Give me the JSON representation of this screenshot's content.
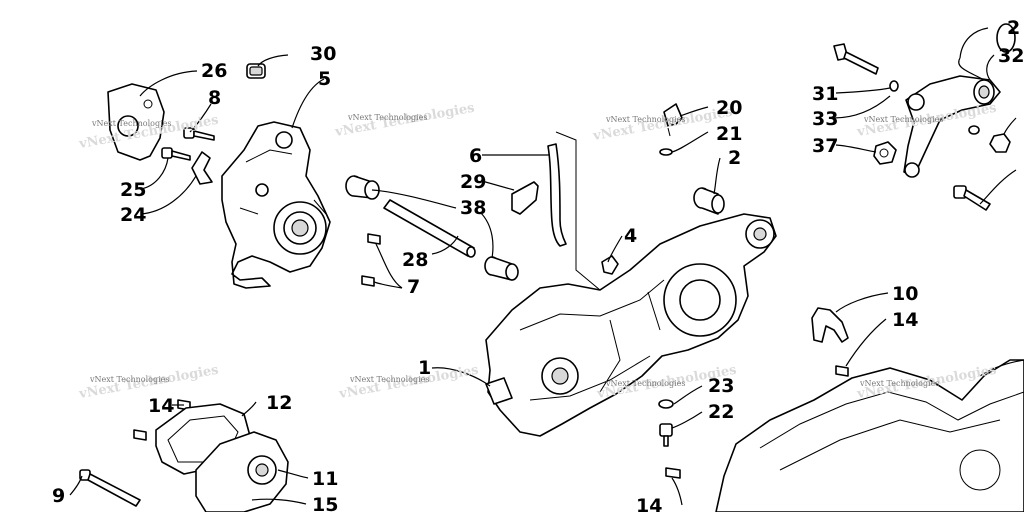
{
  "watermark": "vNext Technologies",
  "callouts": {
    "c1": "1",
    "c2a": "2",
    "c2b": "2",
    "c4": "4",
    "c5": "5",
    "c6": "6",
    "c7": "7",
    "c8": "8",
    "c9": "9",
    "c10": "10",
    "c11": "11",
    "c12": "12",
    "c14a": "14",
    "c14b": "14",
    "c14c": "14",
    "c15": "15",
    "c20": "20",
    "c21": "21",
    "c22": "22",
    "c23": "23",
    "c24": "24",
    "c25": "25",
    "c26": "26",
    "c28": "28",
    "c29": "29",
    "c30": "30",
    "c31": "31",
    "c32": "32",
    "c33": "33",
    "c37": "37",
    "c38": "38"
  }
}
